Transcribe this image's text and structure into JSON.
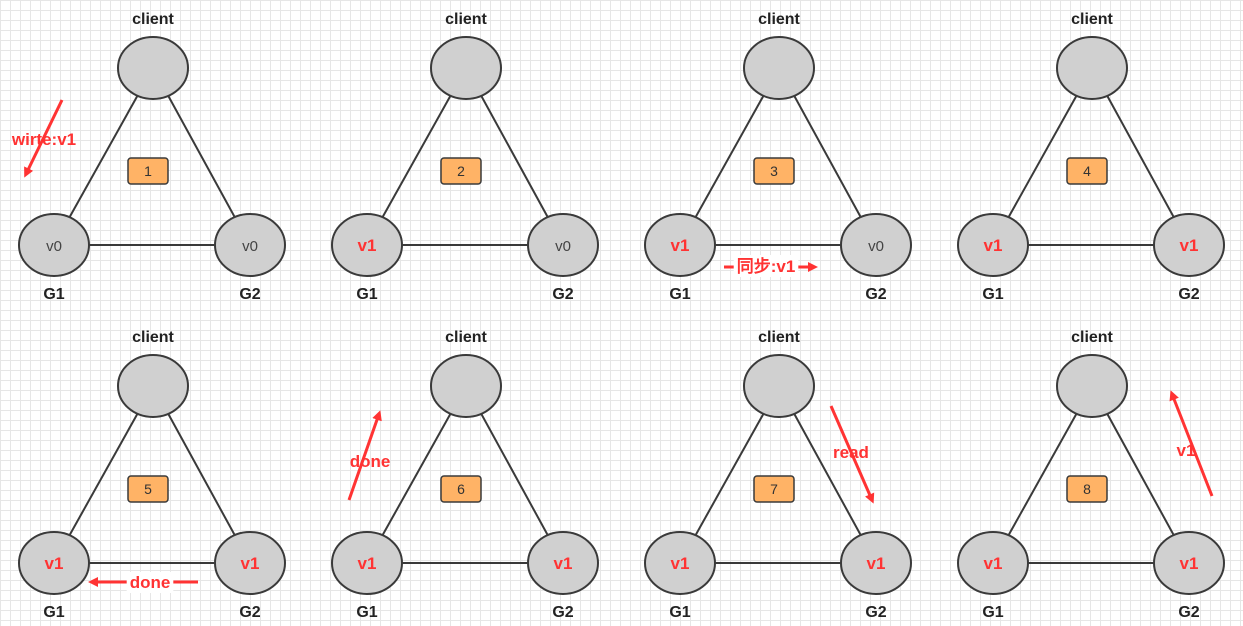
{
  "colors": {
    "node_fill": "#d0d0d0",
    "node_stroke": "#3a3a3a",
    "edge": "#3a3a3a",
    "badge_fill": "#ffb366",
    "badge_stroke": "#3a3a3a",
    "annotation": "#ff3333",
    "text": "#222222"
  },
  "panels": [
    {
      "step": "1",
      "client_label": "client",
      "g1_label": "G1",
      "g2_label": "G2",
      "g1_value": "v0",
      "g1_updated": false,
      "g2_value": "v0",
      "g2_updated": false,
      "annotation": {
        "text": "wirte:v1",
        "kind": "to-g1"
      }
    },
    {
      "step": "2",
      "client_label": "client",
      "g1_label": "G1",
      "g2_label": "G2",
      "g1_value": "v1",
      "g1_updated": true,
      "g2_value": "v0",
      "g2_updated": false,
      "annotation": null
    },
    {
      "step": "3",
      "client_label": "client",
      "g1_label": "G1",
      "g2_label": "G2",
      "g1_value": "v1",
      "g1_updated": true,
      "g2_value": "v0",
      "g2_updated": false,
      "annotation": {
        "text": "同步:v1",
        "kind": "g1-to-g2"
      }
    },
    {
      "step": "4",
      "client_label": "client",
      "g1_label": "G1",
      "g2_label": "G2",
      "g1_value": "v1",
      "g1_updated": true,
      "g2_value": "v1",
      "g2_updated": true,
      "annotation": null
    },
    {
      "step": "5",
      "client_label": "client",
      "g1_label": "G1",
      "g2_label": "G2",
      "g1_value": "v1",
      "g1_updated": true,
      "g2_value": "v1",
      "g2_updated": true,
      "annotation": {
        "text": "done",
        "kind": "g2-to-g1"
      }
    },
    {
      "step": "6",
      "client_label": "client",
      "g1_label": "G1",
      "g2_label": "G2",
      "g1_value": "v1",
      "g1_updated": true,
      "g2_value": "v1",
      "g2_updated": true,
      "annotation": {
        "text": "done",
        "kind": "g1-to-client"
      }
    },
    {
      "step": "7",
      "client_label": "client",
      "g1_label": "G1",
      "g2_label": "G2",
      "g1_value": "v1",
      "g1_updated": true,
      "g2_value": "v1",
      "g2_updated": true,
      "annotation": {
        "text": "read",
        "kind": "client-to-g2"
      }
    },
    {
      "step": "8",
      "client_label": "client",
      "g1_label": "G1",
      "g2_label": "G2",
      "g1_value": "v1",
      "g1_updated": true,
      "g2_value": "v1",
      "g2_updated": true,
      "annotation": {
        "text": "v1",
        "kind": "g2-to-client"
      }
    }
  ]
}
